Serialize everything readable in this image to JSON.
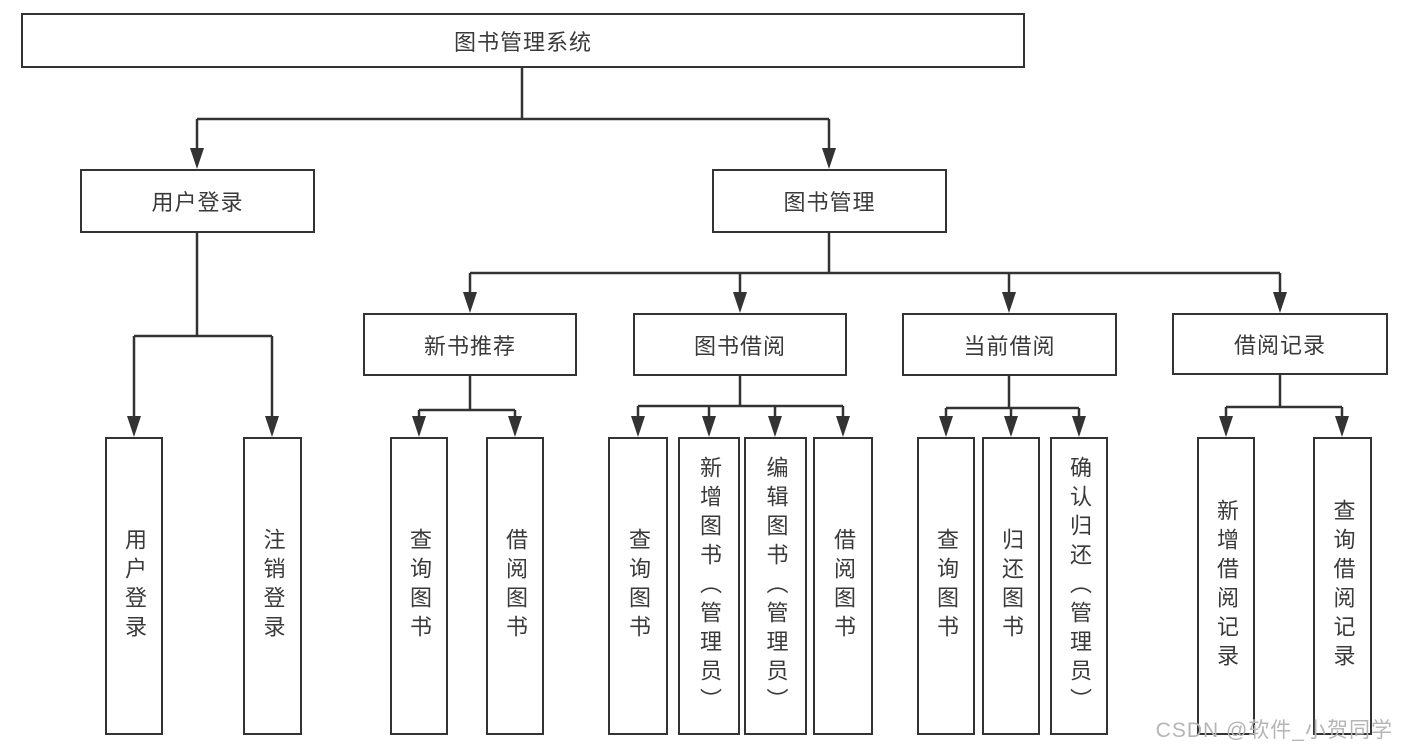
{
  "diagram_type": "hierarchy-tree",
  "colors": {
    "line": "#333333",
    "box_border": "#333333",
    "box_background": "#ffffff",
    "text": "#3a3a3a",
    "watermark_text": "#b5b5b5"
  },
  "tree": {
    "label": "图书管理系统",
    "children": [
      {
        "label": "用户登录",
        "children": [
          {
            "label": "用户登录"
          },
          {
            "label": "注销登录"
          }
        ]
      },
      {
        "label": "图书管理",
        "children": [
          {
            "label": "新书推荐",
            "children": [
              {
                "label": "查询图书"
              },
              {
                "label": "借阅图书"
              }
            ]
          },
          {
            "label": "图书借阅",
            "children": [
              {
                "label": "查询图书"
              },
              {
                "label": "新增图书（管理员）"
              },
              {
                "label": "编辑图书（管理员）"
              },
              {
                "label": "借阅图书"
              }
            ]
          },
          {
            "label": "当前借阅",
            "children": [
              {
                "label": "查询图书"
              },
              {
                "label": "归还图书"
              },
              {
                "label": "确认归还（管理员）"
              }
            ]
          },
          {
            "label": "借阅记录",
            "children": [
              {
                "label": "新增借阅记录"
              },
              {
                "label": "查询借阅记录"
              }
            ]
          }
        ]
      }
    ]
  },
  "watermark": {
    "text": "CSDN @软件_小贺同学"
  }
}
